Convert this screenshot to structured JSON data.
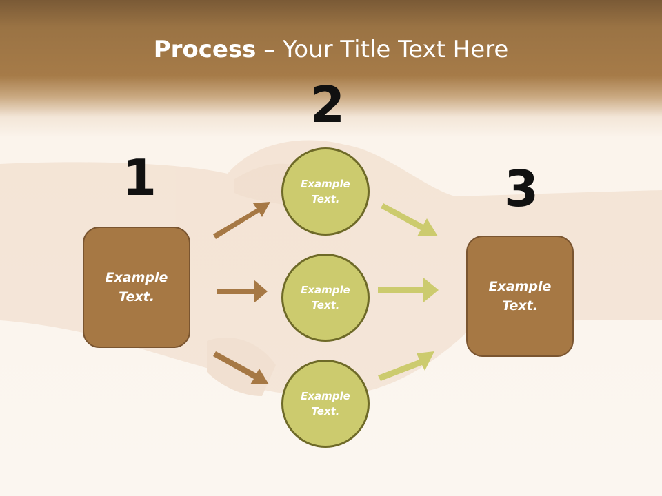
{
  "title": {
    "bold": "Process",
    "rest": " – Your Title Text Here"
  },
  "steps": [
    {
      "number": "1",
      "label": "Example Text."
    },
    {
      "number": "2",
      "labels": [
        "Example Text.",
        "Example Text.",
        "Example Text."
      ]
    },
    {
      "number": "3",
      "label": "Example Text."
    }
  ],
  "colors": {
    "brown": "#a67844",
    "olive": "#cccb6e",
    "banner": "#a67b48"
  }
}
